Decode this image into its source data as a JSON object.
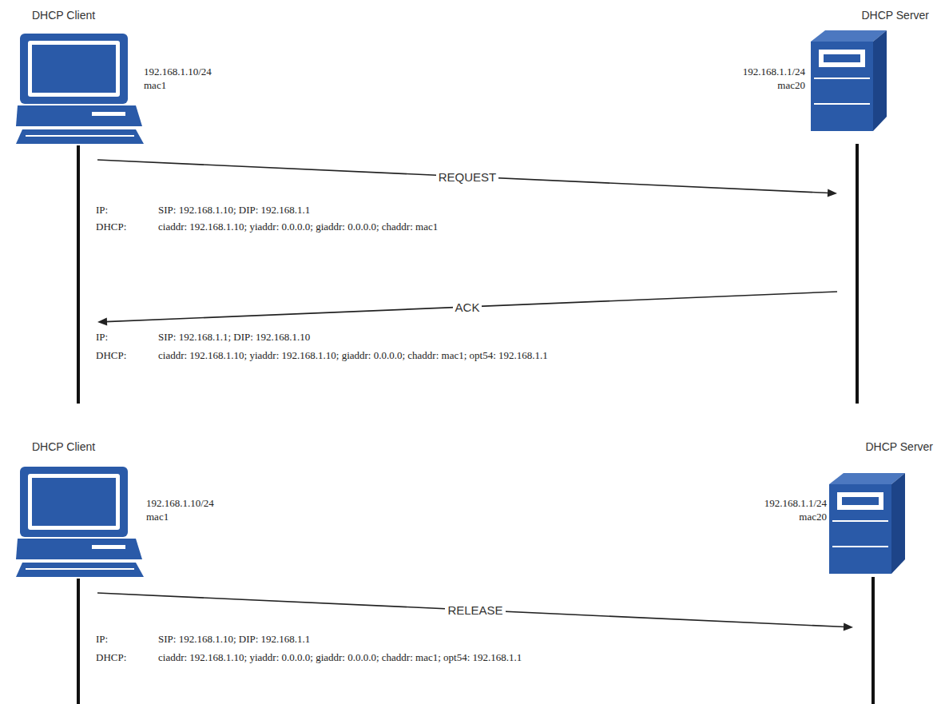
{
  "diagram": {
    "nodes": [
      {
        "text": [
          "DHCP Client",
          "192.168.1.10/24 mac1"
        ]
      },
      {
        "text": [
          "DHCP Server",
          "192.168.1.1/24 mac20"
        ]
      },
      {
        "text": [
          "DHCP Client",
          "192.168.1.10/24 mac1"
        ]
      },
      {
        "text": [
          "DHCP Server",
          "192.168.1.1/24 mac20"
        ]
      }
    ],
    "edges": [
      {
        "from": 0,
        "to": 1,
        "label": "REQUEST",
        "arrow": "to"
      },
      {
        "from": 1,
        "to": 0,
        "label": "ACK",
        "arrow": "to"
      },
      {
        "from": 2,
        "to": 3,
        "label": "RELEASE",
        "arrow": "to"
      }
    ],
    "labels": [
      "IP:",
      "SIP: 192.168.1.10; DIP: 192.168.1.1",
      "DHCP:",
      "ciaddr: 192.168.1.10; yiaddr: 0.0.0.0; giaddr: 0.0.0.0; chaddr: mac1",
      "IP:",
      "SIP: 192.168.1.1; DIP: 192.168.1.10",
      "DHCP:",
      "ciaddr: 192.168.1.10; yiaddr: 192.168.1.10; giaddr: 0.0.0.0; chaddr: mac1; opt54: 192.168.1.1",
      "IP:",
      "SIP: 192.168.1.10; DIP: 192.168.1.1",
      "DHCP:",
      "ciaddr: 192.168.1.10; yiaddr: 0.0.0.0; giaddr: 0.0.0.0; chaddr: mac1; opt54: 192.168.1.1"
    ]
  }
}
